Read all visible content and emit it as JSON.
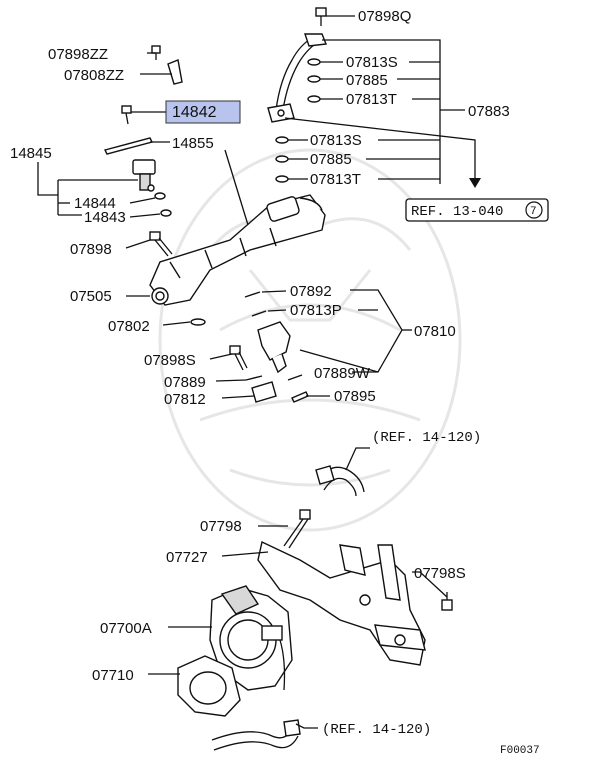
{
  "labels": {
    "p07898Q": "07898Q",
    "p07898ZZ": "07898ZZ",
    "p07808ZZ": "07808ZZ",
    "p14842": "14842",
    "p07813S_a": "07813S",
    "p07885_a": "07885",
    "p07813T_a": "07813T",
    "p07883": "07883",
    "p14845": "14845",
    "p14855": "14855",
    "p07813S_b": "07813S",
    "p07885_b": "07885",
    "p07813T_b": "07813T",
    "p14844": "14844",
    "p14843": "14843",
    "p07898": "07898",
    "p07505": "07505",
    "p07892": "07892",
    "p07813P": "07813P",
    "p07810": "07810",
    "p07802": "07802",
    "p07898S": "07898S",
    "p07889": "07889",
    "p07889W": "07889W",
    "p07812": "07812",
    "p07895": "07895",
    "p07798": "07798",
    "p07727": "07727",
    "p07798S": "07798S",
    "p07700A": "07700A",
    "p07710": "07710"
  },
  "refs": {
    "ref_13_040": "REF. 13-040",
    "ref_13_040_circle": "7",
    "ref_14_120_upper": "(REF. 14-120)",
    "ref_14_120_lower": "(REF. 14-120)"
  },
  "figure_code": "F00037",
  "highlight_color": "#b8c4ee"
}
